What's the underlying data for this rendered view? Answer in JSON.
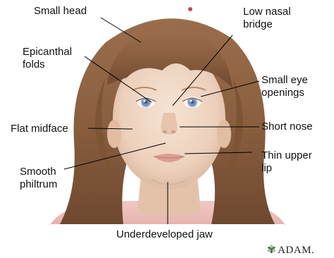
{
  "labels": {
    "small_head": "Small head",
    "low_nasal_bridge": [
      "Low nasal",
      "bridge"
    ],
    "epicanthal_folds": [
      "Epicanthal",
      "folds"
    ],
    "small_eye_openings": [
      "Small eye",
      "openings"
    ],
    "flat_midface": "Flat midface",
    "short_nose": "Short nose",
    "smooth_philtrum": [
      "Smooth",
      "philtrum"
    ],
    "thin_upper_lip": [
      "Thin upper",
      "lip"
    ],
    "underdeveloped_jaw": "Underdeveloped jaw"
  },
  "brand": {
    "logo_icon": "leaf-icon",
    "text": "ADAM."
  },
  "colors": {
    "skin": "#f1d9c6",
    "hair": "#8a5f3f",
    "leader": "#000000",
    "eyes": "#7f9bc4"
  }
}
